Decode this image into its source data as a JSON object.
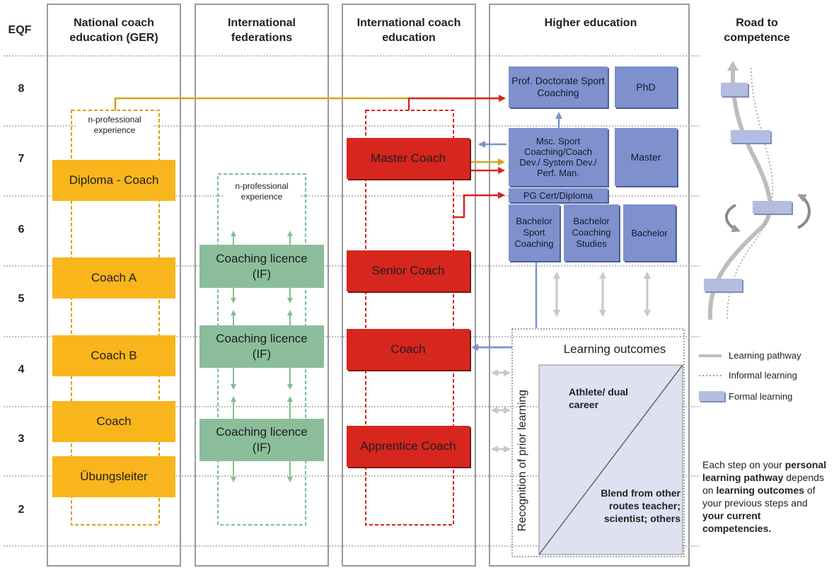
{
  "headers": {
    "eqf": "EQF",
    "national": "National coach education (GER)",
    "federations": "International federations",
    "intl_coach": "International coach education",
    "higher": "Higher education",
    "road": "Road to competence"
  },
  "levels": [
    "8",
    "7",
    "6",
    "5",
    "4",
    "3",
    "2"
  ],
  "national": {
    "note": "n-professional experience",
    "boxes": [
      "Diploma - Coach",
      "Coach A",
      "Coach B",
      "Coach",
      "Übungsleiter"
    ]
  },
  "federations": {
    "note": "n-professional experience",
    "boxes": [
      "Coaching licence (IF)",
      "Coaching licence (IF)",
      "Coaching licence (IF)"
    ]
  },
  "intl_coach": {
    "boxes": [
      "Master Coach",
      "Senior Coach",
      "Coach",
      "Apprentice Coach"
    ]
  },
  "higher": {
    "prof_doctorate": "Prof. Doctorate Sport Coaching",
    "phd": "PhD",
    "msc": "Msc. Sport Coaching/Coach Dev./ System Dev./ Perf. Man.",
    "master": "Master",
    "pg_cert": "PG Cert/Diploma",
    "bachelor_sport": "Bachelor Sport Coaching",
    "bachelor_studies": "Bachelor Coaching Studies",
    "bachelor": "Bachelor",
    "learning_outcomes": "Learning outcomes",
    "recognition": "Recognition of prior learning",
    "athlete": "Athlete/ dual career",
    "blend": "Blend from other routes teacher; scientist; others"
  },
  "legend": {
    "learning_pathway": "Learning pathway",
    "informal": "Informal learning",
    "formal": "Formal learning"
  },
  "paragraph": {
    "t1": "Each step on your",
    "b1": "personal learning pathway",
    "t2": "depends on",
    "b2": "learning outcomes",
    "t3": "of your previous steps and",
    "b3": "your current competencies."
  },
  "colors": {
    "yellow": "#f9b51c",
    "green": "#8bbd9b",
    "red": "#d7261e",
    "blue": "#7e91cc",
    "panel": "#dde1f2",
    "gold_arrow": "#d9a21b"
  }
}
